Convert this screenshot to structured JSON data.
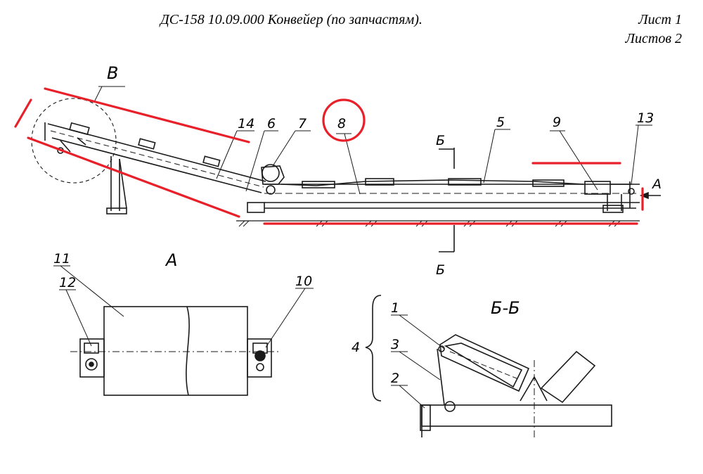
{
  "header": {
    "title": "ДС-158 10.09.000 Конвейер (по запчастям).",
    "sheet": "Лист 1",
    "sheets_total": "Листов 2"
  },
  "callouts": {
    "n1": "1",
    "n2": "2",
    "n3": "3",
    "n4": "4",
    "n5": "5",
    "n6": "6",
    "n7": "7",
    "n8": "8",
    "n9": "9",
    "n10": "10",
    "n11": "11",
    "n12": "12",
    "n13": "13",
    "n14": "14"
  },
  "views": {
    "detail_v": "В",
    "view_a": "А",
    "view_a_arrow": "А",
    "section_mark_top": "Б",
    "section_mark_bottom": "Б",
    "section_bb": "Б-Б"
  },
  "colors": {
    "line": "#1a1a1a",
    "markup": "#e8202a"
  }
}
